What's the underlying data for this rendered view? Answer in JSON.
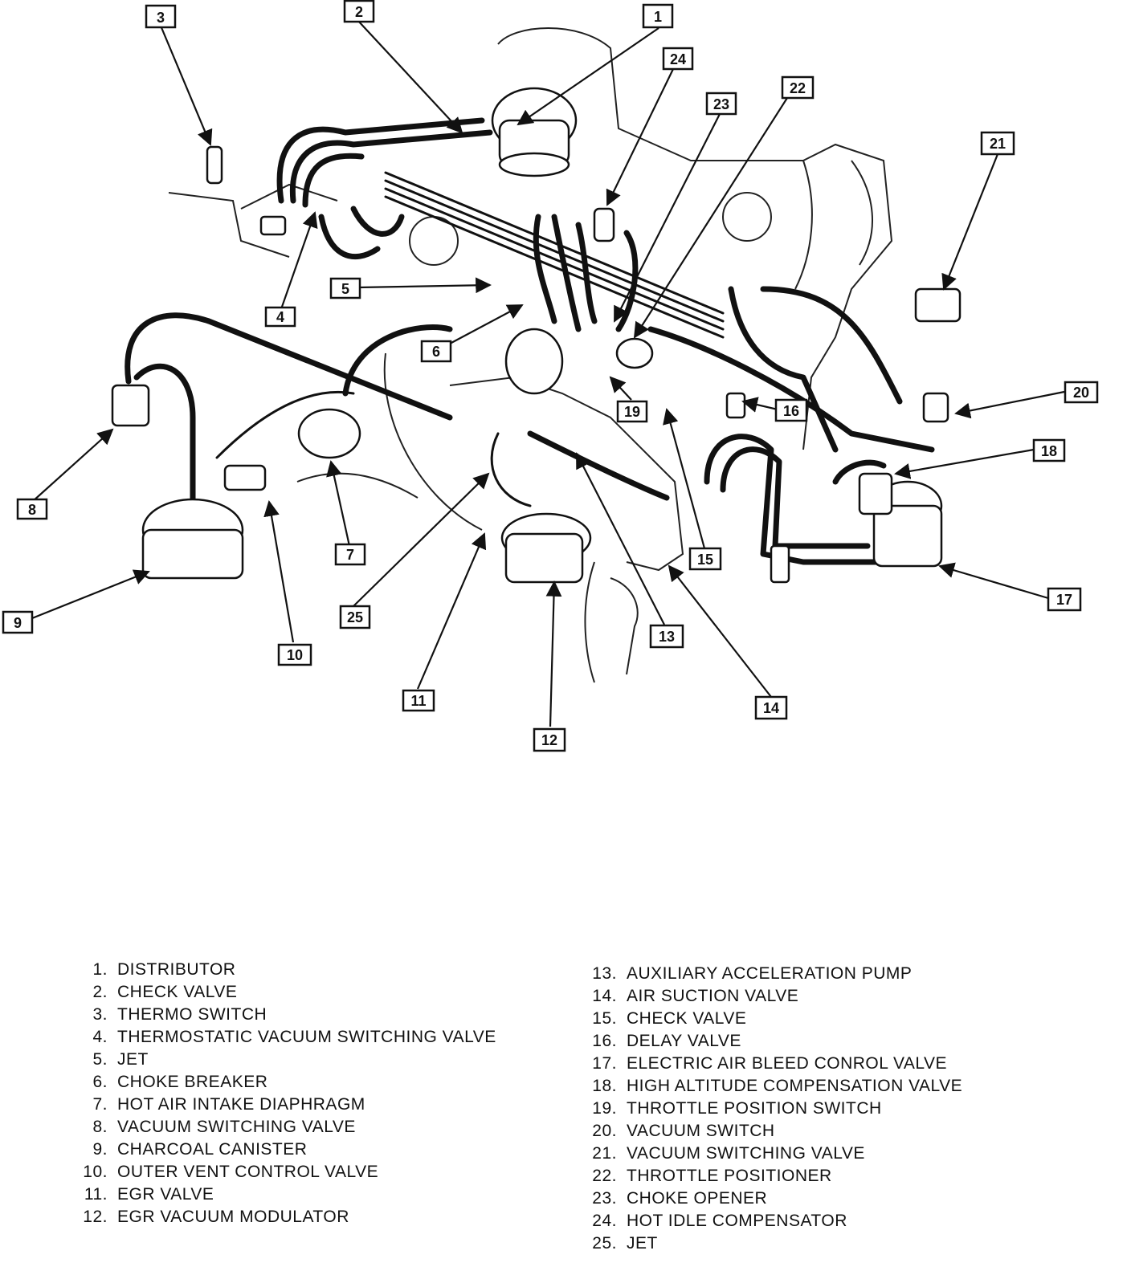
{
  "legend": {
    "left": [
      {
        "num": "1.",
        "label": "DISTRIBUTOR"
      },
      {
        "num": "2.",
        "label": "CHECK VALVE"
      },
      {
        "num": "3.",
        "label": "THERMO SWITCH"
      },
      {
        "num": "4.",
        "label": "THERMOSTATIC VACUUM SWITCHING VALVE"
      },
      {
        "num": "5.",
        "label": "JET"
      },
      {
        "num": "6.",
        "label": "CHOKE BREAKER"
      },
      {
        "num": "7.",
        "label": "HOT AIR INTAKE DIAPHRAGM"
      },
      {
        "num": "8.",
        "label": "VACUUM SWITCHING VALVE"
      },
      {
        "num": "9.",
        "label": "CHARCOAL CANISTER"
      },
      {
        "num": "10.",
        "label": "OUTER VENT CONTROL VALVE"
      },
      {
        "num": "11.",
        "label": "EGR VALVE"
      },
      {
        "num": "12.",
        "label": "EGR VACUUM MODULATOR"
      }
    ],
    "right": [
      {
        "num": "13.",
        "label": "AUXILIARY ACCELERATION PUMP"
      },
      {
        "num": "14.",
        "label": "AIR SUCTION VALVE"
      },
      {
        "num": "15.",
        "label": "CHECK VALVE"
      },
      {
        "num": "16.",
        "label": "DELAY VALVE"
      },
      {
        "num": "17.",
        "label": "ELECTRIC AIR BLEED CONROL VALVE"
      },
      {
        "num": "18.",
        "label": "HIGH ALTITUDE COMPENSATION VALVE"
      },
      {
        "num": "19.",
        "label": "THROTTLE POSITION SWITCH"
      },
      {
        "num": "20.",
        "label": "VACUUM SWITCH"
      },
      {
        "num": "21.",
        "label": "VACUUM SWITCHING VALVE"
      },
      {
        "num": "22.",
        "label": "THROTTLE POSITIONER"
      },
      {
        "num": "23.",
        "label": "CHOKE OPENER"
      },
      {
        "num": "24.",
        "label": "HOT IDLE COMPENSATOR"
      },
      {
        "num": "25.",
        "label": "JET"
      }
    ]
  },
  "callouts": {
    "c1": "1",
    "c2": "2",
    "c3": "3",
    "c4": "4",
    "c5": "5",
    "c6": "6",
    "c7": "7",
    "c8": "8",
    "c9": "9",
    "c10": "10",
    "c11": "11",
    "c12": "12",
    "c13": "13",
    "c14": "14",
    "c15": "15",
    "c16": "16",
    "c17": "17",
    "c18": "18",
    "c19": "19",
    "c20": "20",
    "c21": "21",
    "c22": "22",
    "c23": "23",
    "c24": "24",
    "c25": "25"
  }
}
